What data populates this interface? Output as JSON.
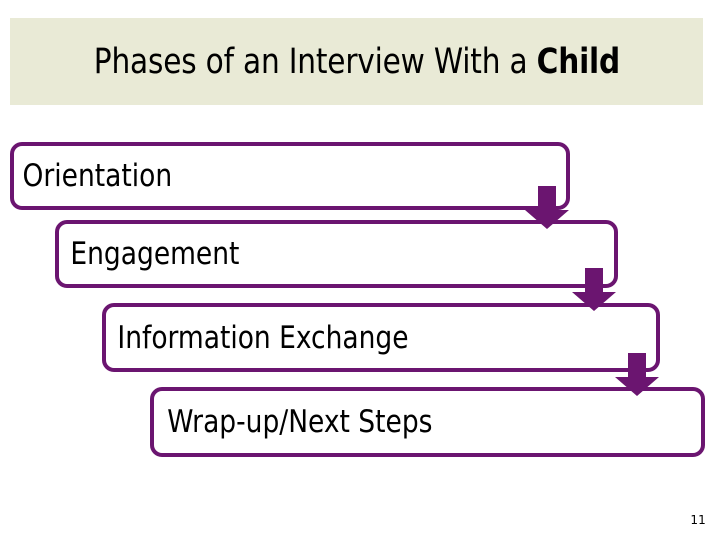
{
  "slide": {
    "background_color": "#FFFFFF",
    "page_number": "11"
  },
  "title": {
    "banner_color": "#E9EAD6",
    "text_color": "#000000",
    "lead_text": "Phases of an Interview With a ",
    "emphasis_text": "Child",
    "full_text": "Phases of an Interview With a Child"
  },
  "flow": {
    "accent_color": "#6B1570",
    "box_fill_color": "#FFFFFF",
    "label_color": "#000000",
    "arrow_icon_name": "arrow-down-icon",
    "steps": [
      {
        "label": "Orientation"
      },
      {
        "label": "Engagement"
      },
      {
        "label": "Information Exchange"
      },
      {
        "label": "Wrap-up/Next Steps"
      }
    ],
    "connectors": [
      {
        "from": "Orientation",
        "to": "Engagement"
      },
      {
        "from": "Engagement",
        "to": "Information Exchange"
      },
      {
        "from": "Information Exchange",
        "to": "Wrap-up/Next Steps"
      }
    ]
  }
}
